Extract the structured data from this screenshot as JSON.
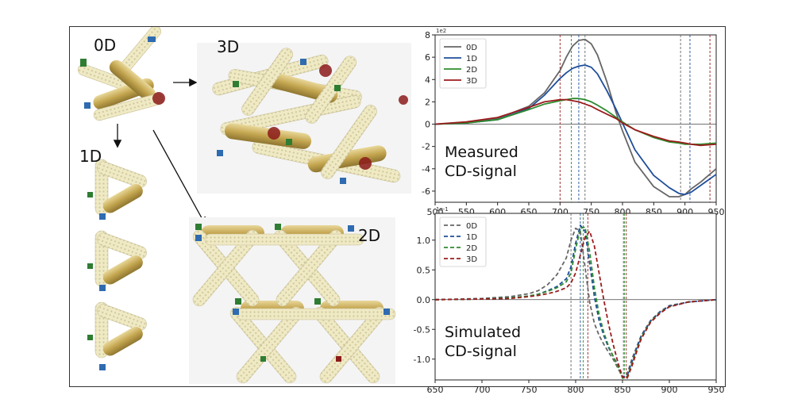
{
  "panel_labels": {
    "zero_d": "0D",
    "one_d": "1D",
    "two_d": "2D",
    "three_d": "3D"
  },
  "colors": {
    "rod": "#c9ad5e",
    "bundle": "#ece6bd",
    "bundle_dots": "#cfc79a",
    "blue_tip": "#2f6bb0",
    "green_tip": "#2e7d32",
    "dark_red": "#8b1a1a"
  },
  "chart_data": [
    {
      "type": "line",
      "annotation": [
        "Measured",
        "CD-signal"
      ],
      "exponent_label": "1e2",
      "xlim": [
        500,
        950
      ],
      "ylim": [
        -7,
        8
      ],
      "x_ticks": [
        500,
        550,
        600,
        650,
        700,
        750,
        800,
        850,
        900,
        950
      ],
      "y_ticks": [
        -6,
        -4,
        -2,
        0,
        2,
        4,
        6,
        8
      ],
      "grid": false,
      "legend": "top-left",
      "x": [
        500,
        550,
        600,
        650,
        675,
        700,
        710,
        720,
        730,
        740,
        750,
        760,
        775,
        790,
        800,
        820,
        850,
        875,
        890,
        900,
        910,
        925,
        950
      ],
      "series": [
        {
          "name": "0D",
          "color": "#666666",
          "style": "solid",
          "values": [
            0,
            0.1,
            0.5,
            1.6,
            2.8,
            4.8,
            6.0,
            7.0,
            7.5,
            7.6,
            7.2,
            6.2,
            3.8,
            1.0,
            -0.6,
            -3.4,
            -5.6,
            -6.5,
            -6.5,
            -6.3,
            -5.8,
            -5.2,
            -4.0
          ]
        },
        {
          "name": "1D",
          "color": "#1f4e9a",
          "style": "solid",
          "values": [
            0,
            0.1,
            0.4,
            1.4,
            2.6,
            4.1,
            4.6,
            5.0,
            5.2,
            5.3,
            5.1,
            4.5,
            3.0,
            1.3,
            0.1,
            -2.3,
            -4.6,
            -5.7,
            -6.2,
            -6.3,
            -6.1,
            -5.5,
            -4.5
          ]
        },
        {
          "name": "2D",
          "color": "#2e8b2e",
          "style": "solid",
          "values": [
            0,
            0.1,
            0.4,
            1.3,
            1.8,
            2.1,
            2.2,
            2.3,
            2.3,
            2.2,
            2.0,
            1.7,
            1.2,
            0.6,
            0.2,
            -0.5,
            -1.2,
            -1.6,
            -1.7,
            -1.8,
            -1.8,
            -1.8,
            -1.7
          ]
        },
        {
          "name": "3D",
          "color": "#9b1c1c",
          "style": "solid",
          "values": [
            0,
            0.2,
            0.6,
            1.5,
            2.0,
            2.2,
            2.2,
            2.1,
            2.0,
            1.8,
            1.6,
            1.3,
            0.9,
            0.5,
            0.1,
            -0.5,
            -1.1,
            -1.5,
            -1.6,
            -1.7,
            -1.8,
            -1.9,
            -1.8
          ]
        }
      ],
      "vlines": [
        {
          "x": 700,
          "color": "#9b1c1c"
        },
        {
          "x": 718,
          "color": "#2e8b2e"
        },
        {
          "x": 730,
          "color": "#1f4e9a"
        },
        {
          "x": 740,
          "color": "#666666"
        },
        {
          "x": 893,
          "color": "#666666"
        },
        {
          "x": 908,
          "color": "#1f4e9a"
        },
        {
          "x": 940,
          "color": "#9b1c1c"
        }
      ]
    },
    {
      "type": "line",
      "annotation": [
        "Simulated",
        "CD-signal"
      ],
      "exponent_label": "1e-1",
      "xlim": [
        650,
        950
      ],
      "ylim": [
        -1.35,
        1.45
      ],
      "x_ticks": [
        650,
        700,
        750,
        800,
        850,
        900,
        950
      ],
      "y_ticks": [
        -1.0,
        -0.5,
        0.0,
        0.5,
        1.0
      ],
      "grid": false,
      "legend": "top-left",
      "x": [
        650,
        700,
        730,
        750,
        760,
        770,
        780,
        790,
        795,
        800,
        805,
        810,
        815,
        820,
        825,
        830,
        835,
        840,
        845,
        850,
        855,
        860,
        865,
        870,
        880,
        890,
        900,
        920,
        950
      ],
      "series": [
        {
          "name": "0D",
          "color": "#666666",
          "style": "dashed",
          "values": [
            0,
            0.02,
            0.05,
            0.1,
            0.15,
            0.25,
            0.42,
            0.7,
            1.0,
            1.2,
            1.15,
            0.55,
            -0.05,
            -0.4,
            -0.6,
            -0.75,
            -0.88,
            -1.0,
            -1.15,
            -1.3,
            -1.25,
            -1.0,
            -0.8,
            -0.6,
            -0.35,
            -0.2,
            -0.1,
            -0.04,
            0
          ]
        },
        {
          "name": "1D",
          "color": "#1f4e9a",
          "style": "dashed",
          "values": [
            0,
            0.01,
            0.03,
            0.06,
            0.09,
            0.15,
            0.22,
            0.35,
            0.55,
            0.95,
            1.25,
            1.15,
            0.6,
            0.05,
            -0.35,
            -0.6,
            -0.8,
            -0.95,
            -1.1,
            -1.3,
            -1.28,
            -1.05,
            -0.82,
            -0.62,
            -0.36,
            -0.21,
            -0.11,
            -0.04,
            0
          ]
        },
        {
          "name": "2D",
          "color": "#2e8b2e",
          "style": "dashed",
          "values": [
            0,
            0.01,
            0.03,
            0.06,
            0.09,
            0.14,
            0.2,
            0.3,
            0.45,
            0.85,
            1.2,
            1.22,
            0.8,
            0.2,
            -0.25,
            -0.55,
            -0.78,
            -0.95,
            -1.12,
            -1.32,
            -1.3,
            -1.08,
            -0.85,
            -0.64,
            -0.37,
            -0.22,
            -0.12,
            -0.04,
            0
          ]
        },
        {
          "name": "3D",
          "color": "#9b1c1c",
          "style": "dashed",
          "values": [
            0,
            0.01,
            0.02,
            0.05,
            0.07,
            0.1,
            0.14,
            0.2,
            0.28,
            0.45,
            0.75,
            1.05,
            1.15,
            0.9,
            0.45,
            0.0,
            -0.4,
            -0.75,
            -1.05,
            -1.3,
            -1.32,
            -1.12,
            -0.88,
            -0.66,
            -0.38,
            -0.23,
            -0.12,
            -0.04,
            0
          ]
        }
      ],
      "vlines": [
        {
          "x": 795,
          "color": "#666666"
        },
        {
          "x": 805,
          "color": "#1f4e9a"
        },
        {
          "x": 808,
          "color": "#2e8b2e"
        },
        {
          "x": 813,
          "color": "#9b1c1c"
        },
        {
          "x": 851,
          "color": "#666666"
        },
        {
          "x": 852,
          "color": "#2e8b2e"
        },
        {
          "x": 854,
          "color": "#9b1c1c"
        }
      ]
    }
  ]
}
